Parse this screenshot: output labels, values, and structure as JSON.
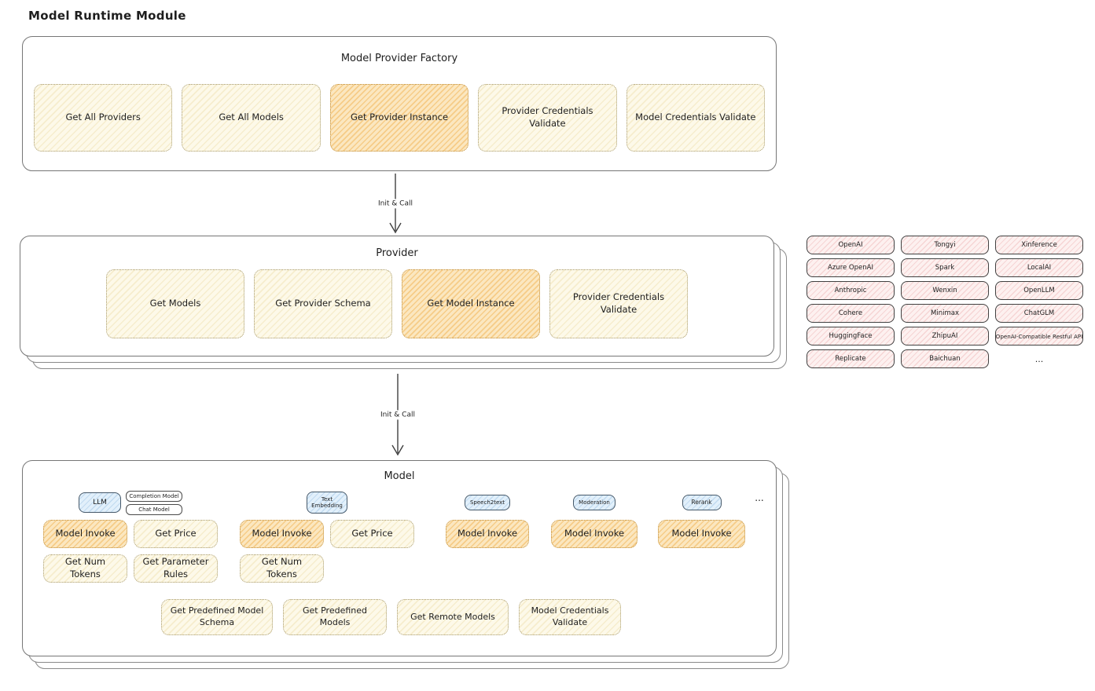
{
  "title": "Model Runtime Module",
  "colors": {
    "yellow_fill": "#fdf9e9",
    "orange_highlight_fill": "#fbe7c0",
    "pink_fill": "#fdf1f0",
    "blue_fill": "#e2f0fb",
    "container_border": "#767676"
  },
  "factory": {
    "title": "Model Provider Factory",
    "items": [
      {
        "label": "Get All Providers"
      },
      {
        "label": "Get All Models"
      },
      {
        "label": "Get Provider Instance",
        "highlight": true
      },
      {
        "label": "Provider Credentials Validate"
      },
      {
        "label": "Model Credentials Validate"
      }
    ]
  },
  "arrows": [
    {
      "label": "Init & Call"
    },
    {
      "label": "Init & Call"
    }
  ],
  "provider": {
    "title": "Provider",
    "items": [
      {
        "label": "Get Models"
      },
      {
        "label": "Get Provider Schema"
      },
      {
        "label": "Get Model Instance",
        "highlight": true
      },
      {
        "label": "Provider Credentials Validate"
      }
    ]
  },
  "providers_list": {
    "columns": [
      [
        "OpenAI",
        "Azure OpenAI",
        "Anthropic",
        "Cohere",
        "HuggingFace",
        "Replicate"
      ],
      [
        "Tongyi",
        "Spark",
        "Wenxin",
        "Minimax",
        "ZhipuAI",
        "Baichuan"
      ],
      [
        "Xinference",
        "LocalAI",
        "OpenLLM",
        "ChatGLM",
        "OpenAI-Compatible Restful API"
      ]
    ],
    "ellipsis": "..."
  },
  "model": {
    "title": "Model",
    "groups": [
      {
        "tab": "LLM",
        "subtabs": [
          "Completion Model",
          "Chat Model"
        ],
        "capabilities": [
          {
            "label": "Model Invoke",
            "highlight": true
          },
          {
            "label": "Get Price"
          },
          {
            "label": "Get Num Tokens"
          },
          {
            "label": "Get Parameter Rules"
          }
        ]
      },
      {
        "tab": "Text Embedding",
        "capabilities": [
          {
            "label": "Model Invoke",
            "highlight": true
          },
          {
            "label": "Get Price"
          },
          {
            "label": "Get Num Tokens"
          }
        ]
      },
      {
        "tab": "Speech2text",
        "capabilities": [
          {
            "label": "Model Invoke",
            "highlight": true
          }
        ]
      },
      {
        "tab": "Moderation",
        "capabilities": [
          {
            "label": "Model Invoke",
            "highlight": true
          }
        ]
      },
      {
        "tab": "Rerank",
        "capabilities": [
          {
            "label": "Model Invoke",
            "highlight": true
          }
        ]
      }
    ],
    "tabs_ellipsis": "...",
    "bottom_items": [
      {
        "label": "Get Predefined Model Schema"
      },
      {
        "label": "Get Predefined Models"
      },
      {
        "label": "Get Remote Models"
      },
      {
        "label": "Model Credentials Validate"
      }
    ]
  }
}
